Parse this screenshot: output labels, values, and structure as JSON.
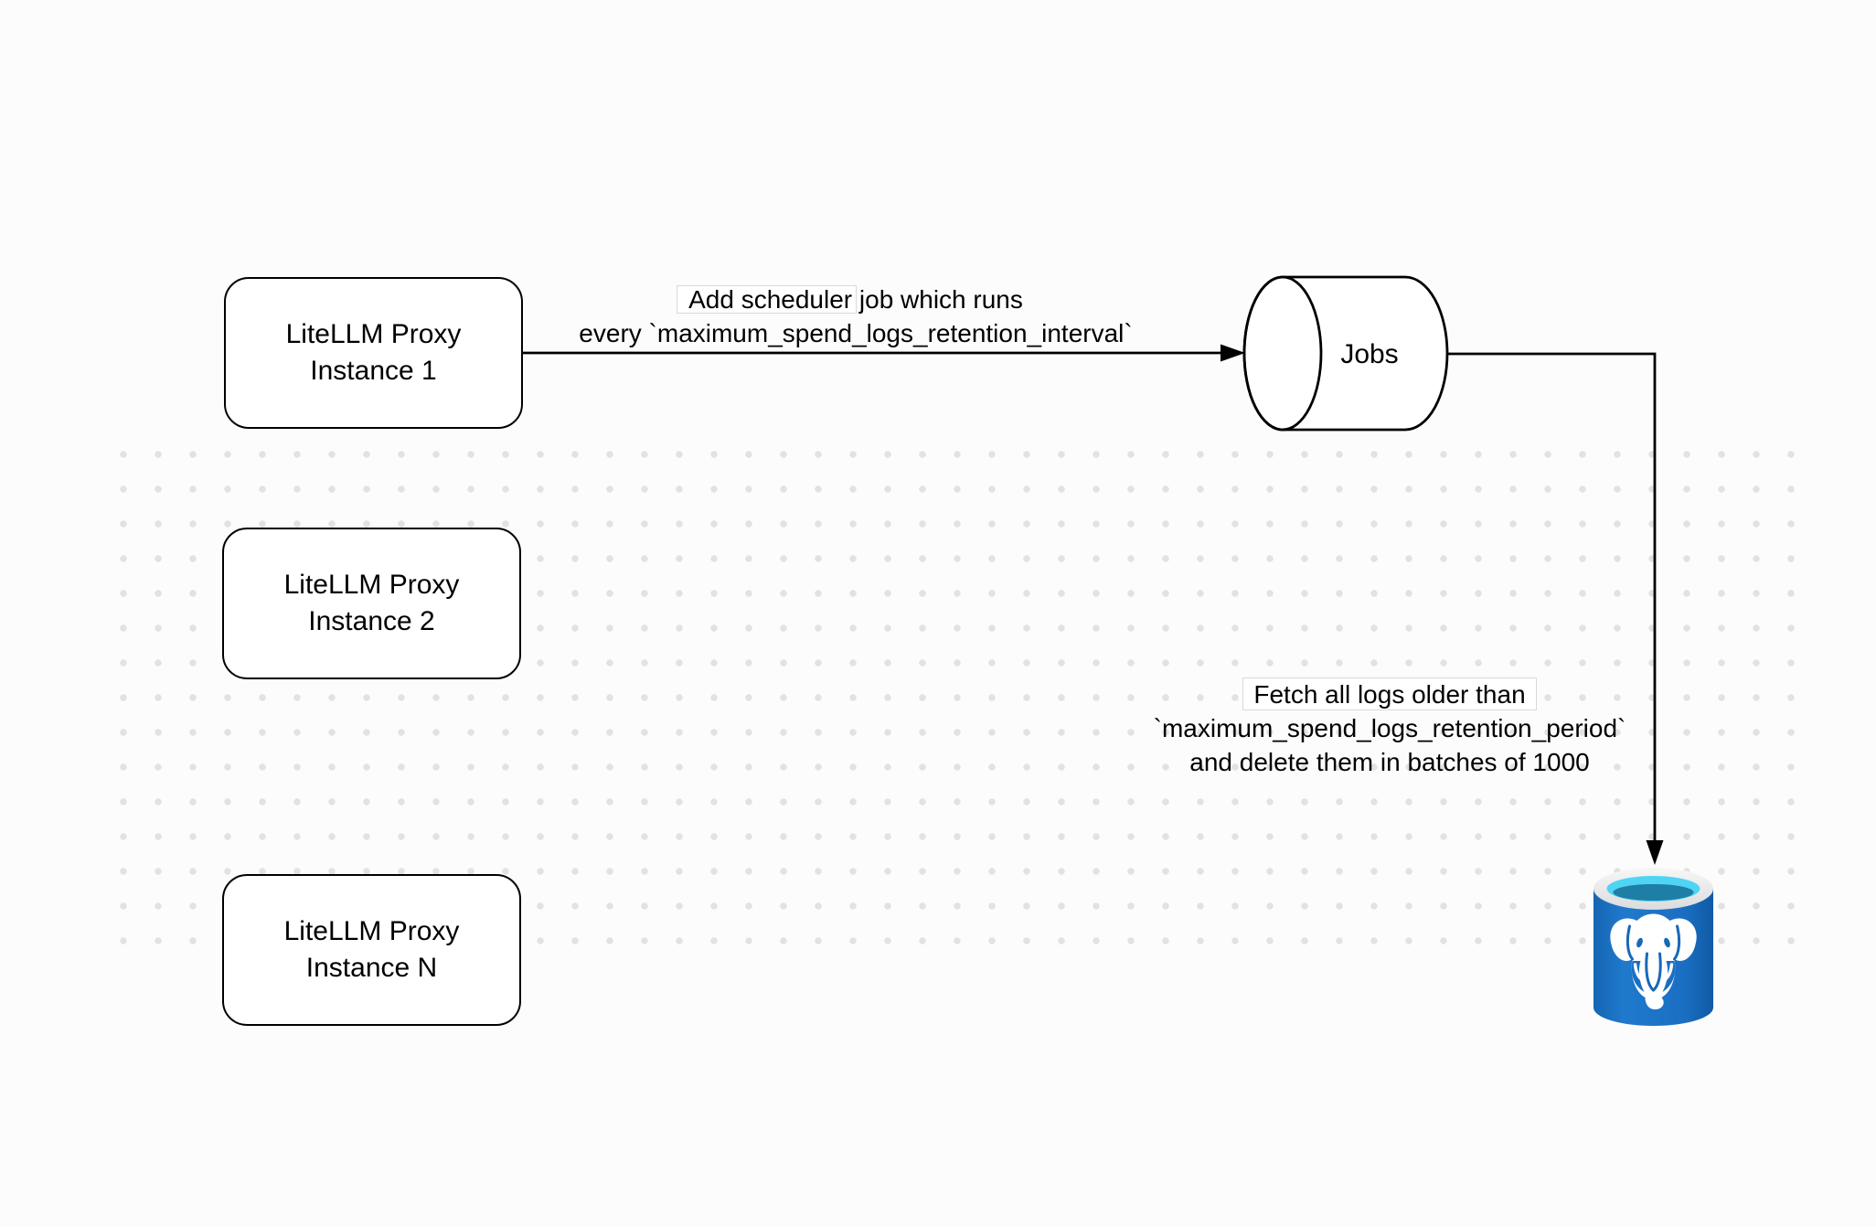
{
  "diagram": {
    "nodes": {
      "instance1": {
        "line1": "LiteLLM Proxy",
        "line2": "Instance 1"
      },
      "instance2": {
        "line1": "LiteLLM Proxy",
        "line2": "Instance 2"
      },
      "instanceN": {
        "line1": "LiteLLM Proxy",
        "line2": "Instance N"
      },
      "jobs": {
        "label": "Jobs"
      },
      "database": {
        "icon": "postgresql-database-icon"
      }
    },
    "edges": {
      "add_job": {
        "line1": "Add scheduler job which runs",
        "line2": "every `maximum_spend_logs_retention_interval`"
      },
      "fetch_delete": {
        "line1": "Fetch all logs older than",
        "line2": "`maximum_spend_logs_retention_period`",
        "line3": "and delete them in batches of 1000"
      }
    },
    "colors": {
      "canvas_bg": "#fcfcfc",
      "dot_grid": "#e2e2e2",
      "shape_stroke": "#000000",
      "shape_fill": "#ffffff",
      "postgres_body_blue": "#1b6fc2",
      "postgres_rim_gray": "#ededed",
      "postgres_inner_cyan": "#4fd4f4",
      "postgres_inner_teal": "#1f7ea6"
    }
  }
}
